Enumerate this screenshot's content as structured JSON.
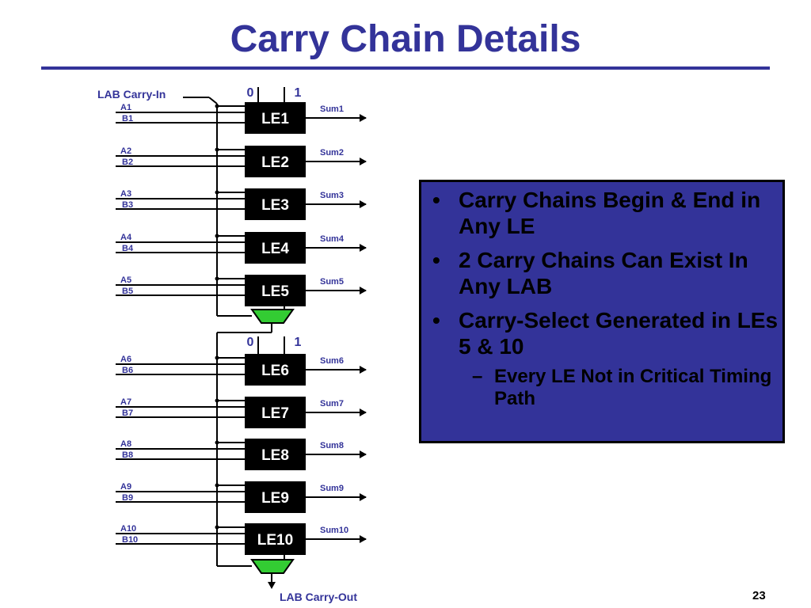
{
  "slide": {
    "title": "Carry Chain Details",
    "page_number": "23"
  },
  "diagram": {
    "carry_in_label": "LAB Carry-In",
    "carry_out_label": "LAB Carry-Out",
    "mux_bits": [
      "0",
      "1"
    ],
    "groups": [
      {
        "elements": [
          {
            "le": "LE1",
            "a": "A1",
            "b": "B1",
            "sum": "Sum1"
          },
          {
            "le": "LE2",
            "a": "A2",
            "b": "B2",
            "sum": "Sum2"
          },
          {
            "le": "LE3",
            "a": "A3",
            "b": "B3",
            "sum": "Sum3"
          },
          {
            "le": "LE4",
            "a": "A4",
            "b": "B4",
            "sum": "Sum4"
          },
          {
            "le": "LE5",
            "a": "A5",
            "b": "B5",
            "sum": "Sum5"
          }
        ]
      },
      {
        "elements": [
          {
            "le": "LE6",
            "a": "A6",
            "b": "B6",
            "sum": "Sum6"
          },
          {
            "le": "LE7",
            "a": "A7",
            "b": "B7",
            "sum": "Sum7"
          },
          {
            "le": "LE8",
            "a": "A8",
            "b": "B8",
            "sum": "Sum8"
          },
          {
            "le": "LE9",
            "a": "A9",
            "b": "B9",
            "sum": "Sum9"
          },
          {
            "le": "LE10",
            "a": "A10",
            "b": "B10",
            "sum": "Sum10"
          }
        ]
      }
    ],
    "colors": {
      "le_fill": "#000000",
      "mux_fill": "#33cc33",
      "label_color": "#333399",
      "wire_color": "#000000"
    }
  },
  "panel": {
    "bullet_mark": "•",
    "sub_mark": "–",
    "bullets": [
      "Carry Chains Begin & End in Any LE",
      "2 Carry Chains Can Exist In Any LAB",
      "Carry-Select Generated in LEs 5 & 10"
    ],
    "sub_bullets": [
      "Every LE Not in Critical Timing Path"
    ],
    "background": "#333399"
  }
}
